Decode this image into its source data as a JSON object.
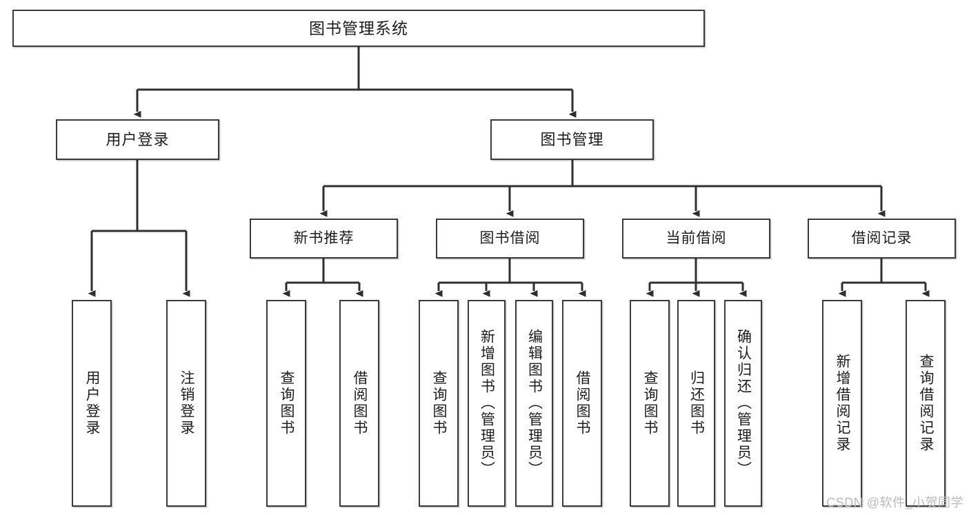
{
  "diagram": {
    "title": "图书管理系统",
    "type": "tree-hierarchy",
    "watermark": "CSDN @软件_小贺同学",
    "colors": {
      "box_border": "#3a3a3a",
      "box_fill": "#ffffff",
      "connector": "#2f2f2f",
      "text": "#1c1c1c",
      "watermark": "#b9b9b9",
      "background": "#ffffff"
    },
    "root": {
      "id": "root",
      "label": "图书管理系统"
    },
    "level2": [
      {
        "id": "user-login",
        "label": "用户登录"
      },
      {
        "id": "book-manage",
        "label": "图书管理"
      }
    ],
    "level3": [
      {
        "id": "new-book-rec",
        "label": "新书推荐",
        "parent": "book-manage"
      },
      {
        "id": "book-borrow",
        "label": "图书借阅",
        "parent": "book-manage"
      },
      {
        "id": "current-borrow",
        "label": "当前借阅",
        "parent": "book-manage"
      },
      {
        "id": "borrow-record",
        "label": "借阅记录",
        "parent": "book-manage"
      }
    ],
    "leaves": [
      {
        "id": "leaf-user-login",
        "label": "用户登录",
        "parent": "user-login"
      },
      {
        "id": "leaf-logout",
        "label": "注销登录",
        "parent": "user-login"
      },
      {
        "id": "leaf-query-book-1",
        "label": "查询图书",
        "parent": "new-book-rec"
      },
      {
        "id": "leaf-borrow-book-1",
        "label": "借阅图书",
        "parent": "new-book-rec"
      },
      {
        "id": "leaf-query-book-2",
        "label": "查询图书",
        "parent": "book-borrow"
      },
      {
        "id": "leaf-add-book",
        "label": "新增图书（管理员）",
        "parent": "book-borrow"
      },
      {
        "id": "leaf-edit-book",
        "label": "编辑图书（管理员）",
        "parent": "book-borrow"
      },
      {
        "id": "leaf-borrow-book-2",
        "label": "借阅图书",
        "parent": "book-borrow"
      },
      {
        "id": "leaf-query-book-3",
        "label": "查询图书",
        "parent": "current-borrow"
      },
      {
        "id": "leaf-return-book",
        "label": "归还图书",
        "parent": "current-borrow"
      },
      {
        "id": "leaf-confirm-return",
        "label": "确认归还（管理员）",
        "parent": "current-borrow"
      },
      {
        "id": "leaf-add-record",
        "label": "新增借阅记录",
        "parent": "borrow-record"
      },
      {
        "id": "leaf-query-record",
        "label": "查询借阅记录",
        "parent": "borrow-record"
      }
    ]
  }
}
